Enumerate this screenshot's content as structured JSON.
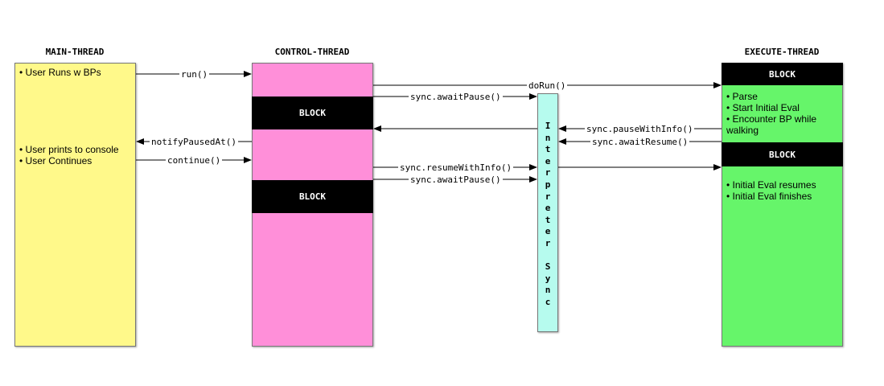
{
  "headers": {
    "main": "MAIN-THREAD",
    "control": "CONTROL-THREAD",
    "execute": "EXECUTE-THREAD"
  },
  "main_notes": {
    "first": [
      "User Runs w BPs"
    ],
    "second": [
      "User prints to console",
      "User Continues"
    ]
  },
  "execute_notes": {
    "first": [
      "Parse",
      "Start Initial Eval",
      "Encounter BP while walking"
    ],
    "second": [
      "Initial Eval resumes",
      "Initial Eval finishes"
    ]
  },
  "blocks": {
    "control_1": "BLOCK",
    "control_2": "BLOCK",
    "execute_1": "BLOCK",
    "execute_2": "BLOCK"
  },
  "sync_label": [
    "I",
    "n",
    "t",
    "e",
    "r",
    "p",
    "r",
    "e",
    "t",
    "e",
    "r",
    " ",
    "S",
    "y",
    "n",
    "c"
  ],
  "arrows": {
    "run": "run()",
    "doRun": "doRun()",
    "sync_awaitPause_1": "sync.awaitPause()",
    "sync_pauseWithInfo": "sync.pauseWithInfo()",
    "notifyPausedAt": "notifyPausedAt()",
    "sync_awaitResume": "sync.awaitResume()",
    "continue": "continue()",
    "sync_resumeWithInfo": "sync.resumeWithInfo()",
    "sync_awaitPause_2": "sync.awaitPause()"
  }
}
